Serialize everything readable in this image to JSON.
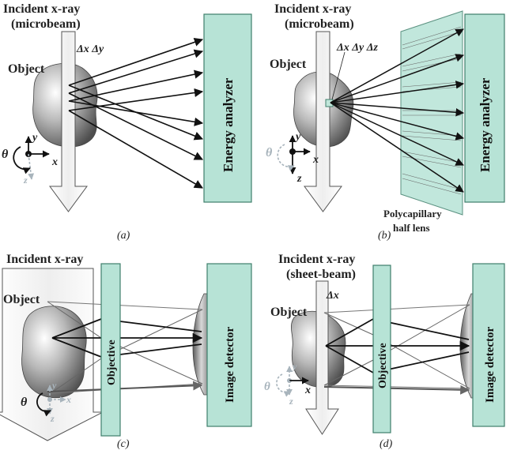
{
  "panel_a": {
    "incident_line1": "Incident x-ray",
    "incident_line2": "(microbeam)",
    "voxel": "Δx Δy",
    "object": "Object",
    "axis_theta": "θ",
    "axis_y": "y",
    "axis_x": "x",
    "axis_z": "z",
    "analyzer": "Energy analyzer",
    "caption": "(a)"
  },
  "panel_b": {
    "incident_line1": "Incident x-ray",
    "incident_line2": "(microbeam)",
    "voxel": "Δx Δy Δz",
    "object": "Object",
    "axis_theta": "θ",
    "axis_y": "y",
    "axis_x": "x",
    "axis_z": "z",
    "analyzer": "Energy analyzer",
    "lens_line1": "Polycapillary",
    "lens_line2": "half lens",
    "caption": "(b)"
  },
  "panel_c": {
    "incident_line1": "Incident x-ray",
    "object": "Object",
    "axis_theta": "θ",
    "axis_y": "y",
    "axis_x": "x",
    "axis_z": "z",
    "objective": "Objective",
    "detector": "Image detector",
    "caption": "(c)"
  },
  "panel_d": {
    "incident_line1": "Incident x-ray",
    "incident_line2": "(sheet-beam)",
    "delta": "Δx",
    "object": "Object",
    "axis_theta": "θ",
    "axis_y": "y",
    "axis_x": "x",
    "axis_z": "z",
    "objective": "Objective",
    "detector": "Image detector",
    "caption": "(d)"
  },
  "colors": {
    "box_fill": "#b7e3d6",
    "box_stroke": "#3f7f6c",
    "ray": "#111111",
    "faint_ray": "#777777",
    "axis_faint": "#a8b4bc"
  }
}
